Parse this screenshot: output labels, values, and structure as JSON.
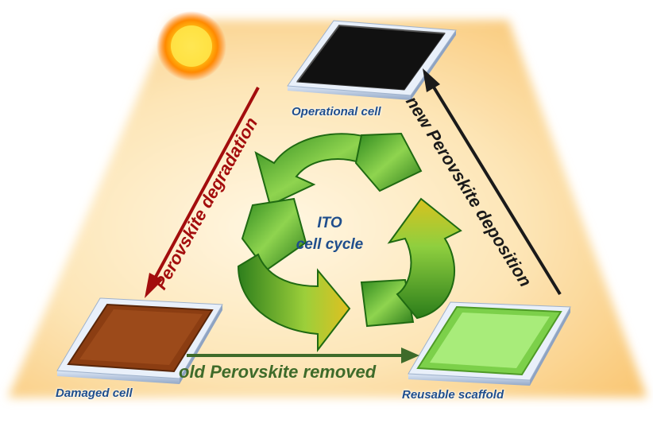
{
  "cells": {
    "operational": "Operational cell",
    "damaged": "Damaged cell",
    "reusable": "Reusable scaffold"
  },
  "center": {
    "line1": "ITO",
    "line2": "cell cycle"
  },
  "arrows": {
    "degradation": "Perovskite degradation",
    "deposition": "new Perovskite deposition",
    "removed": "old Perovskite removed"
  },
  "colors": {
    "operational_cell": "#111111",
    "damaged_cell": "#8b3d12",
    "reusable_cell": "#8fe05a",
    "degradation_arrow": "#a30d0d",
    "deposition_arrow": "#1a1a1a",
    "removed_arrow": "#3e6b2a",
    "recycle_green": "#2e8b1e",
    "label_blue": "#1f4e8c"
  }
}
